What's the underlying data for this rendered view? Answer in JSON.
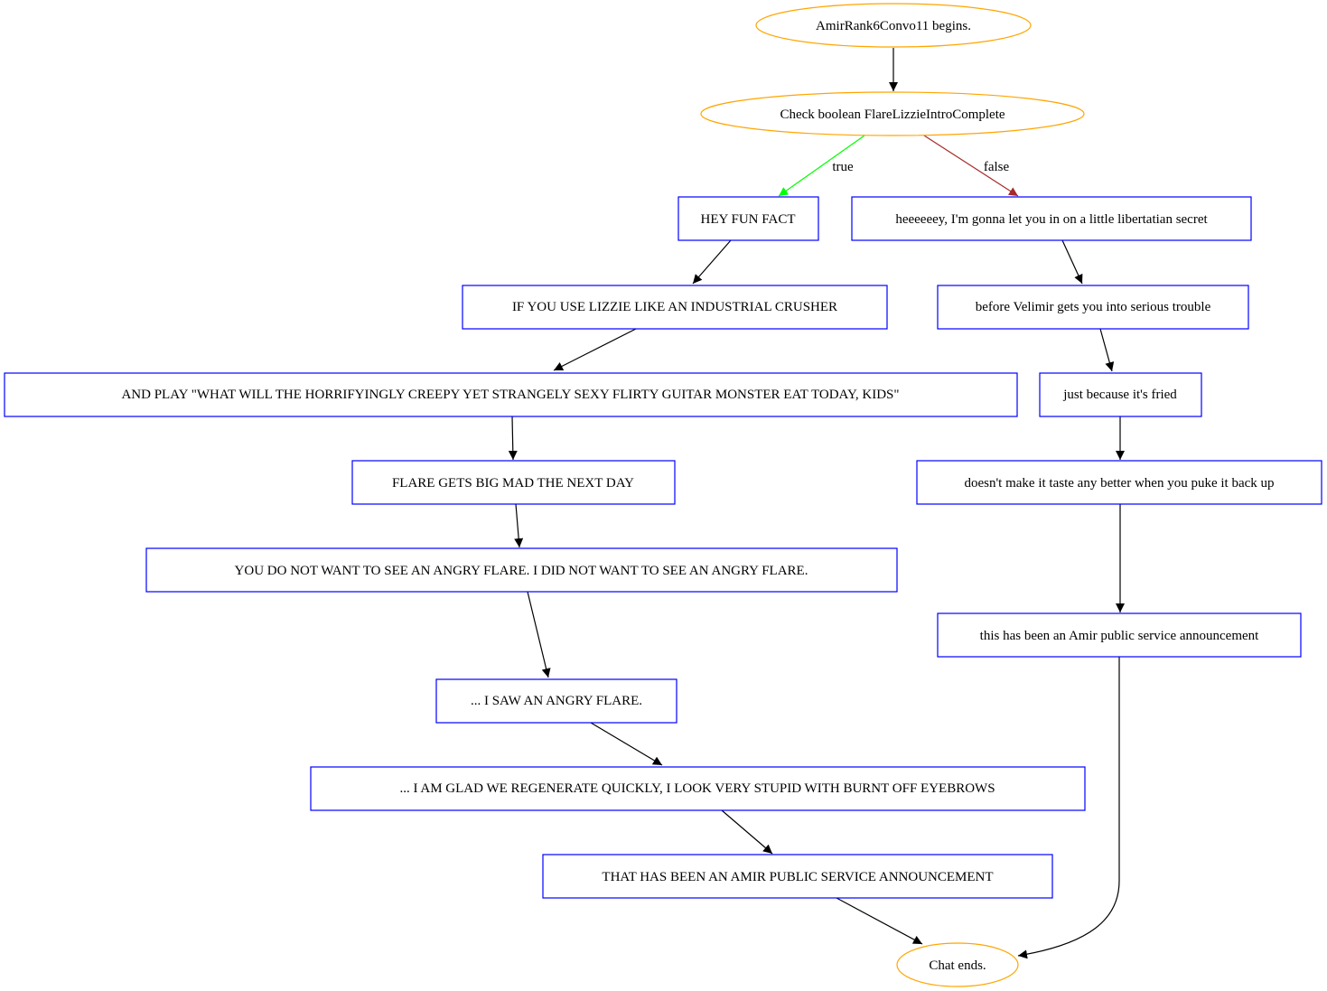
{
  "colors": {
    "start_end_stroke": "#ffa500",
    "node_stroke": "#0000ff",
    "edge": "#000000",
    "true_edge": "#00ff00",
    "false_edge": "#a52a2a"
  },
  "nodes": {
    "start": "AmirRank6Convo11 begins.",
    "check": "Check boolean FlareLizzieIntroComplete",
    "t1": "HEY FUN FACT",
    "t2": "IF YOU USE LIZZIE LIKE AN INDUSTRIAL CRUSHER",
    "t3": "AND PLAY \"WHAT WILL THE HORRIFYINGLY CREEPY YET STRANGELY SEXY FLIRTY GUITAR MONSTER EAT TODAY, KIDS\"",
    "t4": "FLARE GETS BIG MAD THE NEXT DAY",
    "t5": "YOU DO NOT WANT TO SEE AN ANGRY FLARE. I DID NOT WANT TO SEE AN ANGRY FLARE.",
    "t6": "... I SAW AN ANGRY FLARE.",
    "t7": "... I AM GLAD WE REGENERATE QUICKLY, I LOOK VERY STUPID WITH BURNT OFF EYEBROWS",
    "t8": "THAT HAS BEEN AN AMIR PUBLIC SERVICE ANNOUNCEMENT",
    "f1": "heeeeeey, I'm gonna let you in on a little libertatian secret",
    "f2": "before Velimir gets you into serious trouble",
    "f3": "just because it's fried",
    "f4": "doesn't make it taste any better when you puke it back up",
    "f5": "this has been an Amir public service announcement",
    "end": "Chat ends."
  },
  "edge_labels": {
    "true": "true",
    "false": "false"
  }
}
